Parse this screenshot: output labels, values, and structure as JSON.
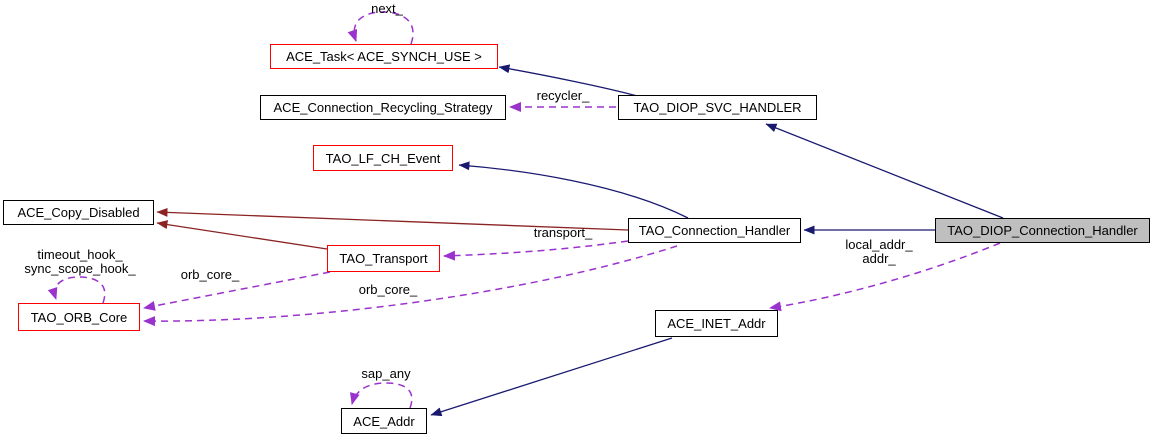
{
  "diagram": {
    "kind": "collaboration-graph",
    "nodes": [
      {
        "id": "ace-task",
        "label": "ACE_Task< ACE_SYNCH_USE >",
        "style": "truncated-red-border"
      },
      {
        "id": "ace-connection-recycling",
        "label": "ACE_Connection_Recycling_Strategy",
        "style": "default"
      },
      {
        "id": "tao-diop-svc-handler",
        "label": "TAO_DIOP_SVC_HANDLER",
        "style": "default"
      },
      {
        "id": "tao-lf-ch-event",
        "label": "TAO_LF_CH_Event",
        "style": "truncated-red-border"
      },
      {
        "id": "ace-copy-disabled",
        "label": "ACE_Copy_Disabled",
        "style": "default"
      },
      {
        "id": "tao-connection-handler",
        "label": "TAO_Connection_Handler",
        "style": "default"
      },
      {
        "id": "tao-diop-connection-handler",
        "label": "TAO_DIOP_Connection_Handler",
        "style": "focus-gray-fill"
      },
      {
        "id": "tao-transport",
        "label": "TAO_Transport",
        "style": "truncated-red-border"
      },
      {
        "id": "tao-orb-core",
        "label": "TAO_ORB_Core",
        "style": "truncated-red-border"
      },
      {
        "id": "ace-inet-addr",
        "label": "ACE_INET_Addr",
        "style": "default"
      },
      {
        "id": "ace-addr",
        "label": "ACE_Addr",
        "style": "default"
      }
    ],
    "edge_labels": {
      "next": "next_",
      "recycler": "recycler_",
      "transport": "transport_",
      "timeout_hook": "timeout_hook_",
      "sync_scope_hook": "sync_scope_hook_",
      "orb_core_from_transport": "orb_core_",
      "orb_core_from_handler": "orb_core_",
      "local_addr": "local_addr_",
      "addr": "addr_",
      "sap_any": "sap_any"
    },
    "colors": {
      "inheritance_edge": "#191970",
      "private_inheritance_edge": "#8b2323",
      "usage_edge": "#9a32cd",
      "node_border": "#000000",
      "truncated_node_border": "#ff0000",
      "focus_node_fill": "#bfbfbf",
      "background": "#ffffff"
    }
  }
}
